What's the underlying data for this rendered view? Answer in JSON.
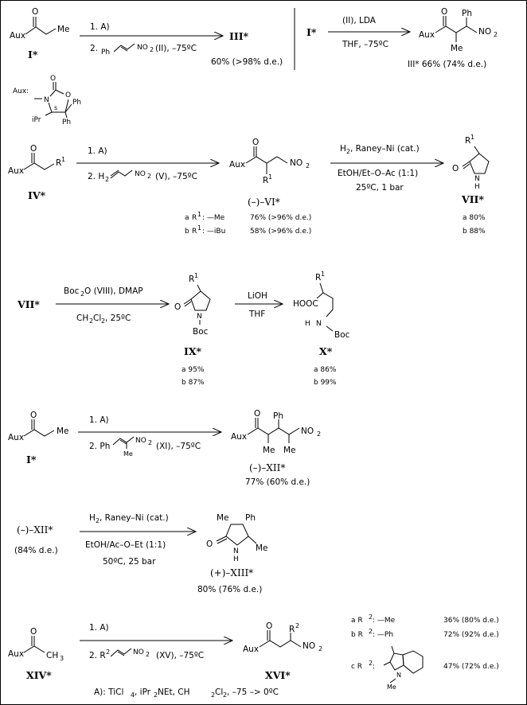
{
  "reaction1": {
    "start_label": "I*",
    "aux": "Aux",
    "me": "Me",
    "step1": "1. A)",
    "step2_prefix": "2.",
    "reagent_ph": "Ph",
    "reagent_no2": "NO",
    "no2_sub": "2",
    "step2_suffix": "(II),  –75ºC",
    "product_label": "III*",
    "yield": "60% (>98% d.e.)"
  },
  "aux_structure": {
    "aux_label": "Aux:",
    "ring_n": "N",
    "ring_o": "O",
    "carbonyl_o": "O",
    "stereo": "s",
    "ipr": "iPr",
    "ph1": "Ph",
    "ph2": "Ph"
  },
  "reaction1b": {
    "start_label": "I*",
    "reagents_top": "(II), LDA",
    "reagents_bottom": "THF,  –75ºC",
    "aux": "Aux",
    "ph": "Ph",
    "me": "Me",
    "no2": "NO",
    "no2_sub": "2",
    "o": "O",
    "yield": "III* 66% (74% d.e.)"
  },
  "reaction2": {
    "start_label": "IV*",
    "aux": "Aux",
    "o": "O",
    "r": "R",
    "r_sup": "1",
    "step1": "1. A)",
    "step2": "2. H",
    "h_sub": "2",
    "step2_no2": "NO",
    "step2_suffix": "(V),  –75ºC",
    "product_label": "(–)–VI*",
    "product_aux": "Aux",
    "product_no2": "NO",
    "product_r": "R",
    "rows": [
      {
        "letter": "a",
        "r": "R",
        "sup": "1",
        "group": ": —Me",
        "result": "76% (>96% d.e.)"
      },
      {
        "letter": "b",
        "r": "R",
        "sup": "1",
        "group": ": —iBu",
        "result": "58% (>96% d.e.)"
      }
    ],
    "reagent_top": "H",
    "reagent_top2": ", Raney–Ni (cat.)",
    "reagent_mid": "EtOH/Et–O–Ac (1:1)",
    "reagent_bottom": "25ºC, 1 bar",
    "lactam_label": "VII*",
    "lactam_o": "O",
    "lactam_n": "N",
    "lactam_h": "H",
    "lactam_r": "R",
    "lactam_yields": [
      "a 80%",
      "b 88%"
    ]
  },
  "reaction3": {
    "start_label": "VII*",
    "reagent_top": "Boc",
    "reagent_top_sub": "2",
    "reagent_top2": "O   (VIII), DMAP",
    "reagent_bottom": "CH",
    "reagent_bottom_sub": "2",
    "reagent_bottom2": "Cl",
    "reagent_bottom3": ",  25ºC",
    "mid_label": "IX*",
    "mid_r": "R",
    "mid_o": "O",
    "mid_n": "N",
    "mid_boc": "Boc",
    "mid_yields": [
      "a 95%",
      "b 87%"
    ],
    "reagent2_top": "LiOH",
    "reagent2_bottom": "THF",
    "end_label": "X*",
    "end_hooc": "HOOC",
    "end_r": "R",
    "end_nh": "N",
    "end_h": "H",
    "end_boc": "Boc",
    "end_yields": [
      "a 86%",
      "b 99%"
    ]
  },
  "reaction4": {
    "start_label": "I*",
    "aux": "Aux",
    "me": "Me",
    "o": "O",
    "step1": "1. A)",
    "step2": "2. Ph",
    "step2_no2": "NO",
    "step2_suffix": "(XI),  –75ºC",
    "step2_me": "Me",
    "product_label": "(–)–XII*",
    "product_aux": "Aux",
    "product_ph": "Ph",
    "product_me1": "Me",
    "product_me2": "Me",
    "product_no2": "NO",
    "yield": "77% (60% d.e.)"
  },
  "reaction5": {
    "start_label": "(–)–XII*",
    "start_de": "(84% d.e.)",
    "reagent_top": "H",
    "reagent_top2": ", Raney–Ni (cat.)",
    "reagent_mid": "EtOH/Ac–O–Et (1:1)",
    "reagent_bottom": "50ºC, 25 bar",
    "product_label": "(+)–XIII*",
    "product_me1": "Me",
    "product_me2": "Me",
    "product_ph": "Ph",
    "product_o": "O",
    "product_n": "N",
    "product_h": "H",
    "yield": "80% (76% d.e.)"
  },
  "reaction6": {
    "start_label": "XIV*",
    "aux": "Aux",
    "ch3": "CH",
    "ch3_sub": "3",
    "o": "O",
    "step1": "1. A)",
    "step2": "2. R",
    "step2_sup": "2",
    "step2_no2": "NO",
    "step2_suffix": "(XV),  –75ºC",
    "product_label": "XVI*",
    "product_aux": "Aux",
    "product_r": "R",
    "product_no2": "NO",
    "rows": [
      {
        "label": "a R",
        "group": ": —Me",
        "result": "36% (80% d.e.)"
      },
      {
        "label": "b R",
        "group": ": —Ph",
        "result": "72% (92% d.e.)"
      },
      {
        "label": "c R",
        "group": ":",
        "result": "47% (72% d.e.)"
      }
    ],
    "indole_n": "N",
    "indole_me": "Me"
  },
  "footnote": {
    "text": "A): TiCl",
    "sub1": "4",
    "text2": ", iPr",
    "sub2": "2",
    "text3": "NEt,  CH",
    "sub3": "2",
    "text4": "Cl",
    "sub4": "2",
    "text5": ",  –75 –> 0ºC"
  }
}
